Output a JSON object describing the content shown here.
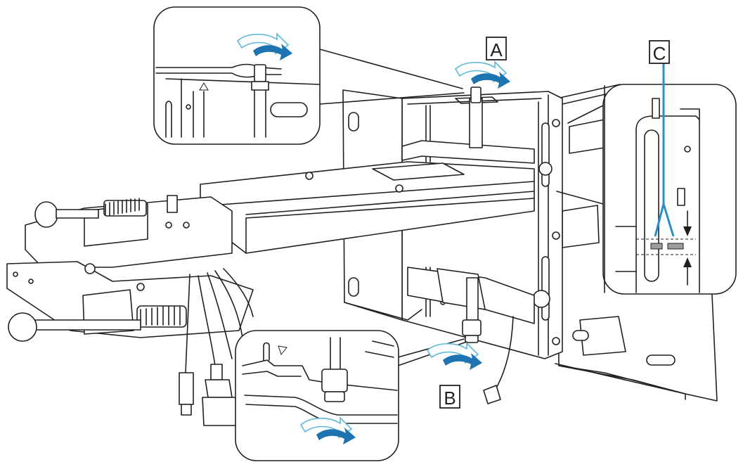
{
  "labels": {
    "a": "A",
    "b": "B",
    "c": "C"
  },
  "colors": {
    "line": "#231f20",
    "arrow_fill": "#1e74b0",
    "arrow_outline": "#5bb8d6",
    "guide": "#2a8fc4",
    "background": "#ffffff"
  },
  "icons": {
    "rotate_arrow": "counterclockwise-arrow-icon",
    "direction_arrow": "arrow-icon"
  }
}
